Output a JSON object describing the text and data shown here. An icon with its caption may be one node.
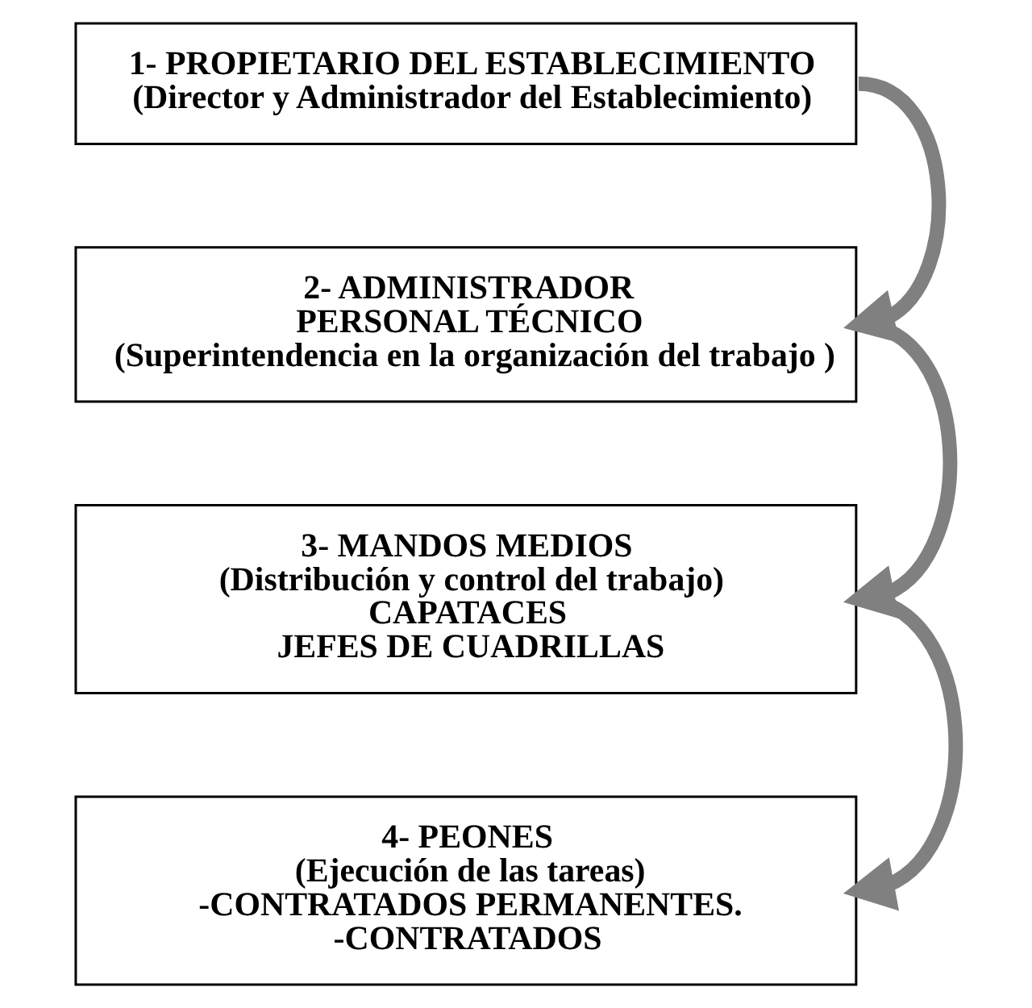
{
  "diagram": {
    "nodes": [
      {
        "text": [
          "1- PROPIETARIO DEL ESTABLECIMIENTO",
          "(Director y Administrador del Establecimiento)"
        ]
      },
      {
        "text": [
          "2- ADMINISTRADOR",
          "PERSONAL TÉCNICO",
          "(Superintendencia en la organización del trabajo )"
        ]
      },
      {
        "text": [
          "3- MANDOS MEDIOS",
          "(Distribución y control del trabajo)",
          "CAPATACES",
          "JEFES DE CUADRILLAS"
        ]
      },
      {
        "text": [
          "4- PEONES",
          "(Ejecución de las tareas)",
          "-CONTRATADOS PERMANENTES.",
          "-CONTRATADOS"
        ]
      }
    ],
    "edges": [
      {
        "from": 0,
        "to": 1,
        "arrow": "to"
      },
      {
        "from": 1,
        "to": 2,
        "arrow": "to"
      },
      {
        "from": 2,
        "to": 3,
        "arrow": "to"
      }
    ]
  }
}
